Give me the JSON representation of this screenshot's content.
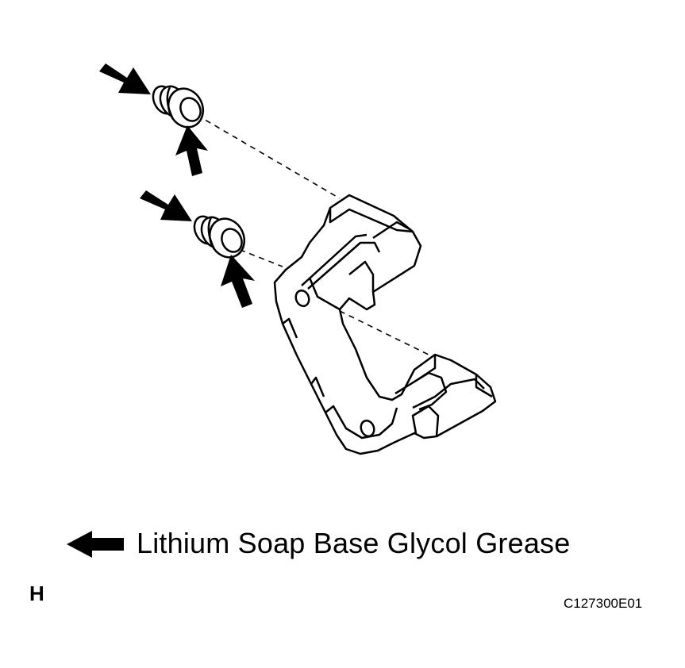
{
  "legend": {
    "text": "Lithium Soap Base Glycol Grease",
    "arrow_icon": "filled-arrow-left-icon",
    "arrow_color": "#000000"
  },
  "view_letter": "H",
  "part_code": "C127300E01",
  "line_color": "#000000",
  "background_color": "#ffffff"
}
